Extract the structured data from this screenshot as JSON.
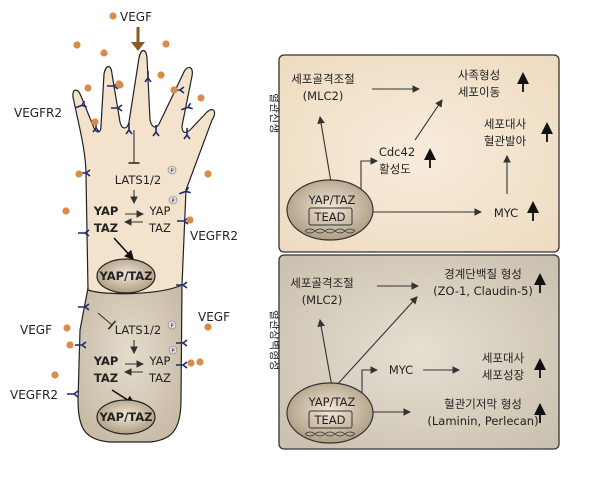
{
  "cell": {
    "vegf_top": "VEGF",
    "vegfr2_upper_left": "VEGFR2",
    "vegfr2_upper_right": "VEGFR2",
    "vegf_lower_left": "VEGF",
    "vegf_lower_right": "VEGF",
    "vegfr2_lower_left": "VEGFR2",
    "upper": {
      "lats": "LATS1/2",
      "p": "P",
      "yap": "YAP",
      "taz": "TAZ",
      "yap_p": "YAP",
      "taz_p": "TAZ",
      "nucleus": "YAP/TAZ"
    },
    "lower": {
      "lats": "LATS1/2",
      "p": "P",
      "yap": "YAP",
      "taz": "TAZ",
      "yap_p": "YAP",
      "taz_p": "TAZ",
      "nucleus": "YAP/TAZ"
    }
  },
  "angiogenesis_panel": {
    "label": "혈관신생",
    "cytoskeleton": "세포골격조절",
    "mlc2": "(MLC2)",
    "filopodia_line1": "사족형성",
    "filopodia_line2": "세포이동",
    "metabolism_line1": "세포대사",
    "metabolism_line2": "혈관발아",
    "cdc42_line1": "Cdc42",
    "cdc42_line2": "활성도",
    "myc": "MYC",
    "yaptaz": "YAP/TAZ",
    "tead": "TEAD"
  },
  "barrier_panel": {
    "label": "혈관장벽형성",
    "cytoskeleton": "세포골격조절",
    "mlc2": "(MLC2)",
    "junction_line1": "경계단백질 형성",
    "junction_line2": "(ZO-1, Claudin-5)",
    "myc": "MYC",
    "metabolism_line1": "세포대사",
    "metabolism_line2": "세포성장",
    "basement_line1": "혈관기저막 형성",
    "basement_line2": "(Laminin, Perlecan)",
    "yaptaz": "YAP/TAZ",
    "tead": "TEAD"
  },
  "colors": {
    "upper_cell": "#f3e3cc",
    "lower_cell": "#cfc5b3",
    "vegf_dot": "#d98b48",
    "receptor": "#1f2a6b",
    "vegf_arrow": "#8b5a1e"
  }
}
